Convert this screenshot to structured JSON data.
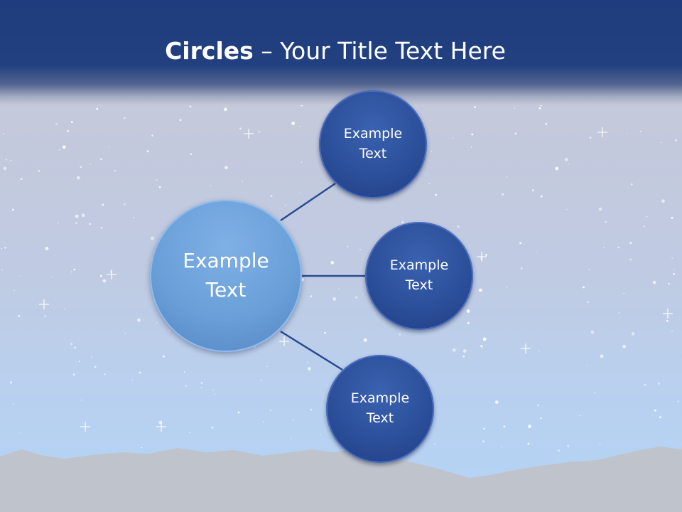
{
  "title": {
    "bold": "Circles",
    "rest": " – Your Title Text Here"
  },
  "diagram": {
    "center": {
      "text": "Example\nText"
    },
    "satellites": [
      {
        "text": "Example\nText"
      },
      {
        "text": "Example\nText"
      },
      {
        "text": "Example\nText"
      }
    ]
  },
  "colors": {
    "header": "#22407f",
    "satellite_fill": "#2c4f9a",
    "center_fill": "#6a9fd8",
    "connector": "#2a4a92",
    "mountains": "#bfc3cb"
  }
}
